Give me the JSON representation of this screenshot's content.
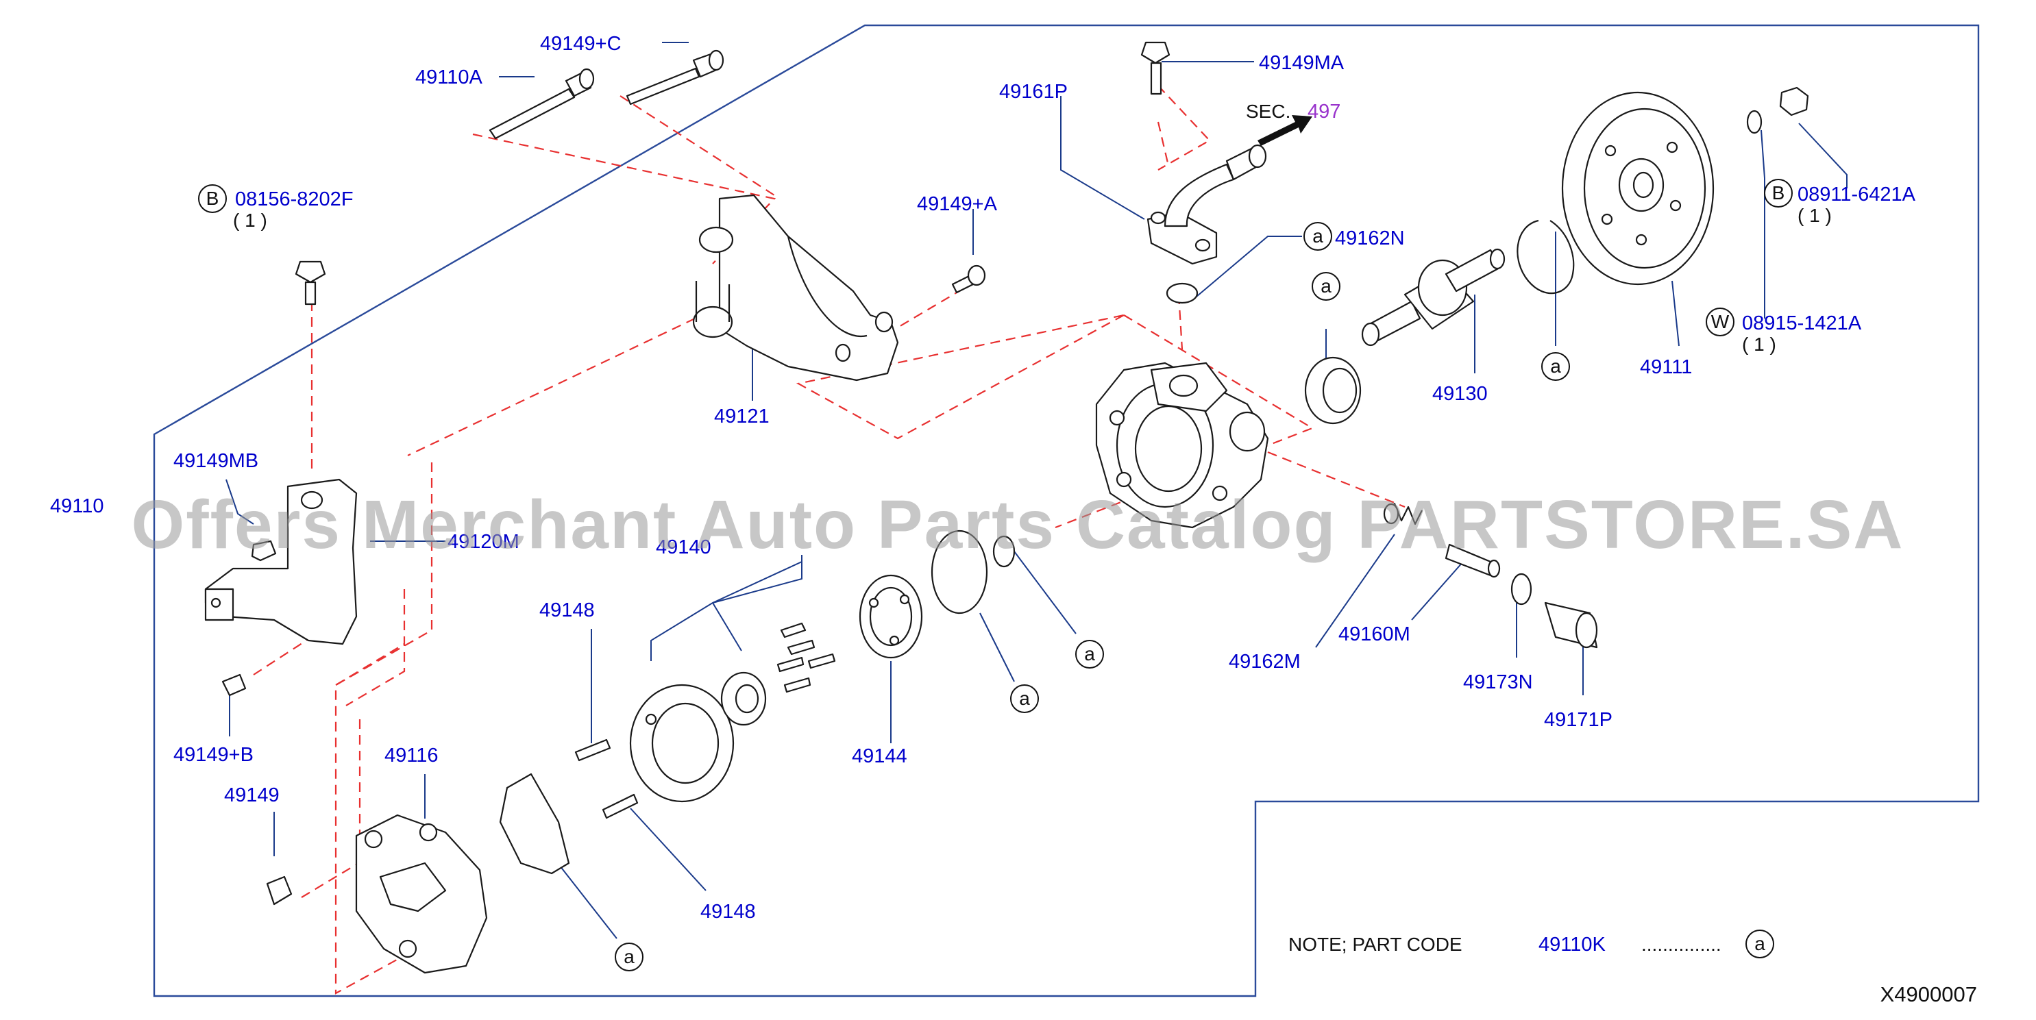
{
  "labels": {
    "p49149c": "49149+C",
    "p49110a": "49110A",
    "p49149ma": "49149MA",
    "p49161p": "49161P",
    "sec_text": "SEC.",
    "sec_num": "497",
    "bolt_b1_code": "08156-8202F",
    "bolt_b1_qty": "( 1 )",
    "p49149a": "49149+A",
    "p49162n": "49162N",
    "p08911": "08911-6421A",
    "p08911_qty": "( 1 )",
    "p08915": "08915-1421A",
    "p08915_qty": "( 1 )",
    "p49121": "49121",
    "p49130": "49130",
    "p49111": "49111",
    "p49149mb": "49149MB",
    "p49110": "49110",
    "p49120m": "49120M",
    "p49140": "49140",
    "p49148a": "49148",
    "p49148b": "49148",
    "p49149b": "49149+B",
    "p49116": "49116",
    "p49149": "49149",
    "p49144": "49144",
    "p49162m": "49162M",
    "p49160m": "49160M",
    "p49173n": "49173N",
    "p49171p": "49171P",
    "note_text": "NOTE;   PART   CODE",
    "note_code": "49110K",
    "note_dots": "...............",
    "diagram_id": "X4900007",
    "bubble_a": "a",
    "bubble_b": "B",
    "bubble_w": "W",
    "watermark": "Offers Merchant Auto Parts Catalog PARTSTORE.SA"
  },
  "colors": {
    "part_label": "#0000cc",
    "leader_line": "#1a3a8a",
    "assembly_dash": "#e83030",
    "section_ref": "#9933cc",
    "watermark": "#9a9a9a"
  }
}
